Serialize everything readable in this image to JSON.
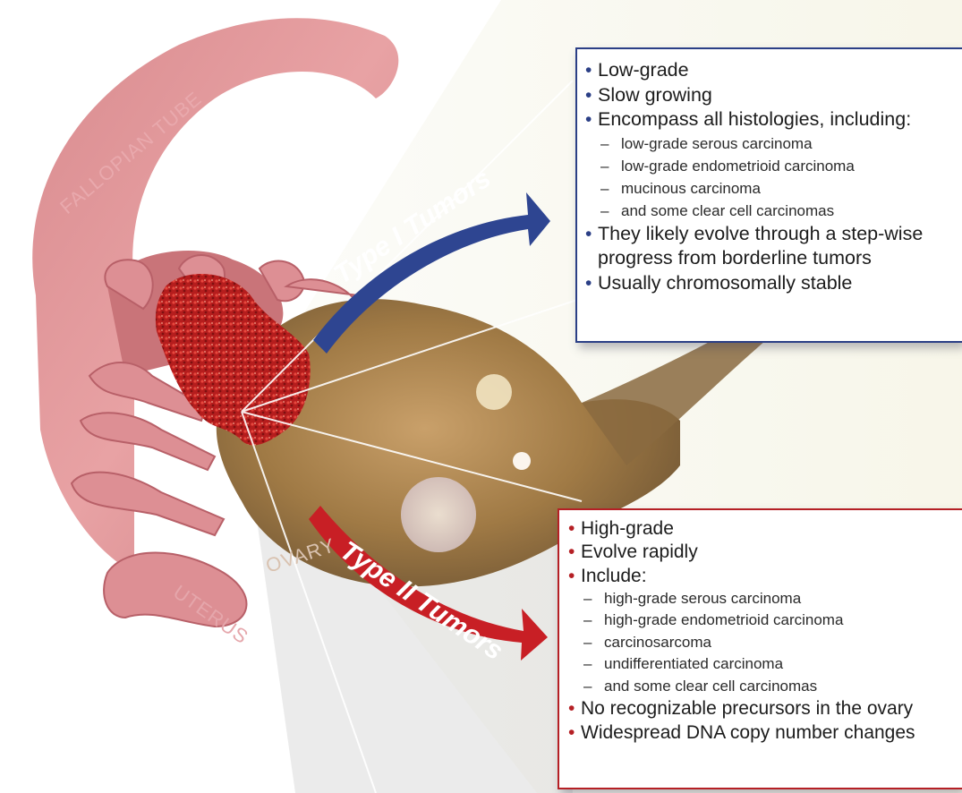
{
  "anatomy_labels": {
    "fallopian_tube": "FALLOPIAN TUBE",
    "ovary": "OVARY",
    "uterus": "UTERUS"
  },
  "type1": {
    "arrow_label": "Type I Tumors",
    "color": "#2b3f86",
    "items": [
      {
        "text": "Low-grade"
      },
      {
        "text": "Slow growing"
      },
      {
        "text": "Encompass all histologies, including:",
        "subitems": [
          "low-grade serous carcinoma",
          "low-grade endometrioid carcinoma",
          "mucinous carcinoma",
          "and some clear cell carcinomas"
        ]
      },
      {
        "text": "They likely evolve through a step-wise"
      },
      {
        "text": "progress from borderline tumors",
        "continuation": true
      },
      {
        "text": "Usually chromosomally stable"
      }
    ]
  },
  "type2": {
    "arrow_label": "Type II Tumors",
    "color": "#b52025",
    "items": [
      {
        "text": "High-grade"
      },
      {
        "text": "Evolve rapidly"
      },
      {
        "text": "Include:",
        "subitems": [
          "high-grade serous carcinoma",
          "high-grade endometrioid carcinoma",
          "carcinosarcoma",
          "undifferentiated carcinoma",
          "and some clear cell carcinomas"
        ]
      },
      {
        "text": "No recognizable precursors in the ovary"
      },
      {
        "text": "Widespread DNA copy number changes"
      }
    ]
  }
}
